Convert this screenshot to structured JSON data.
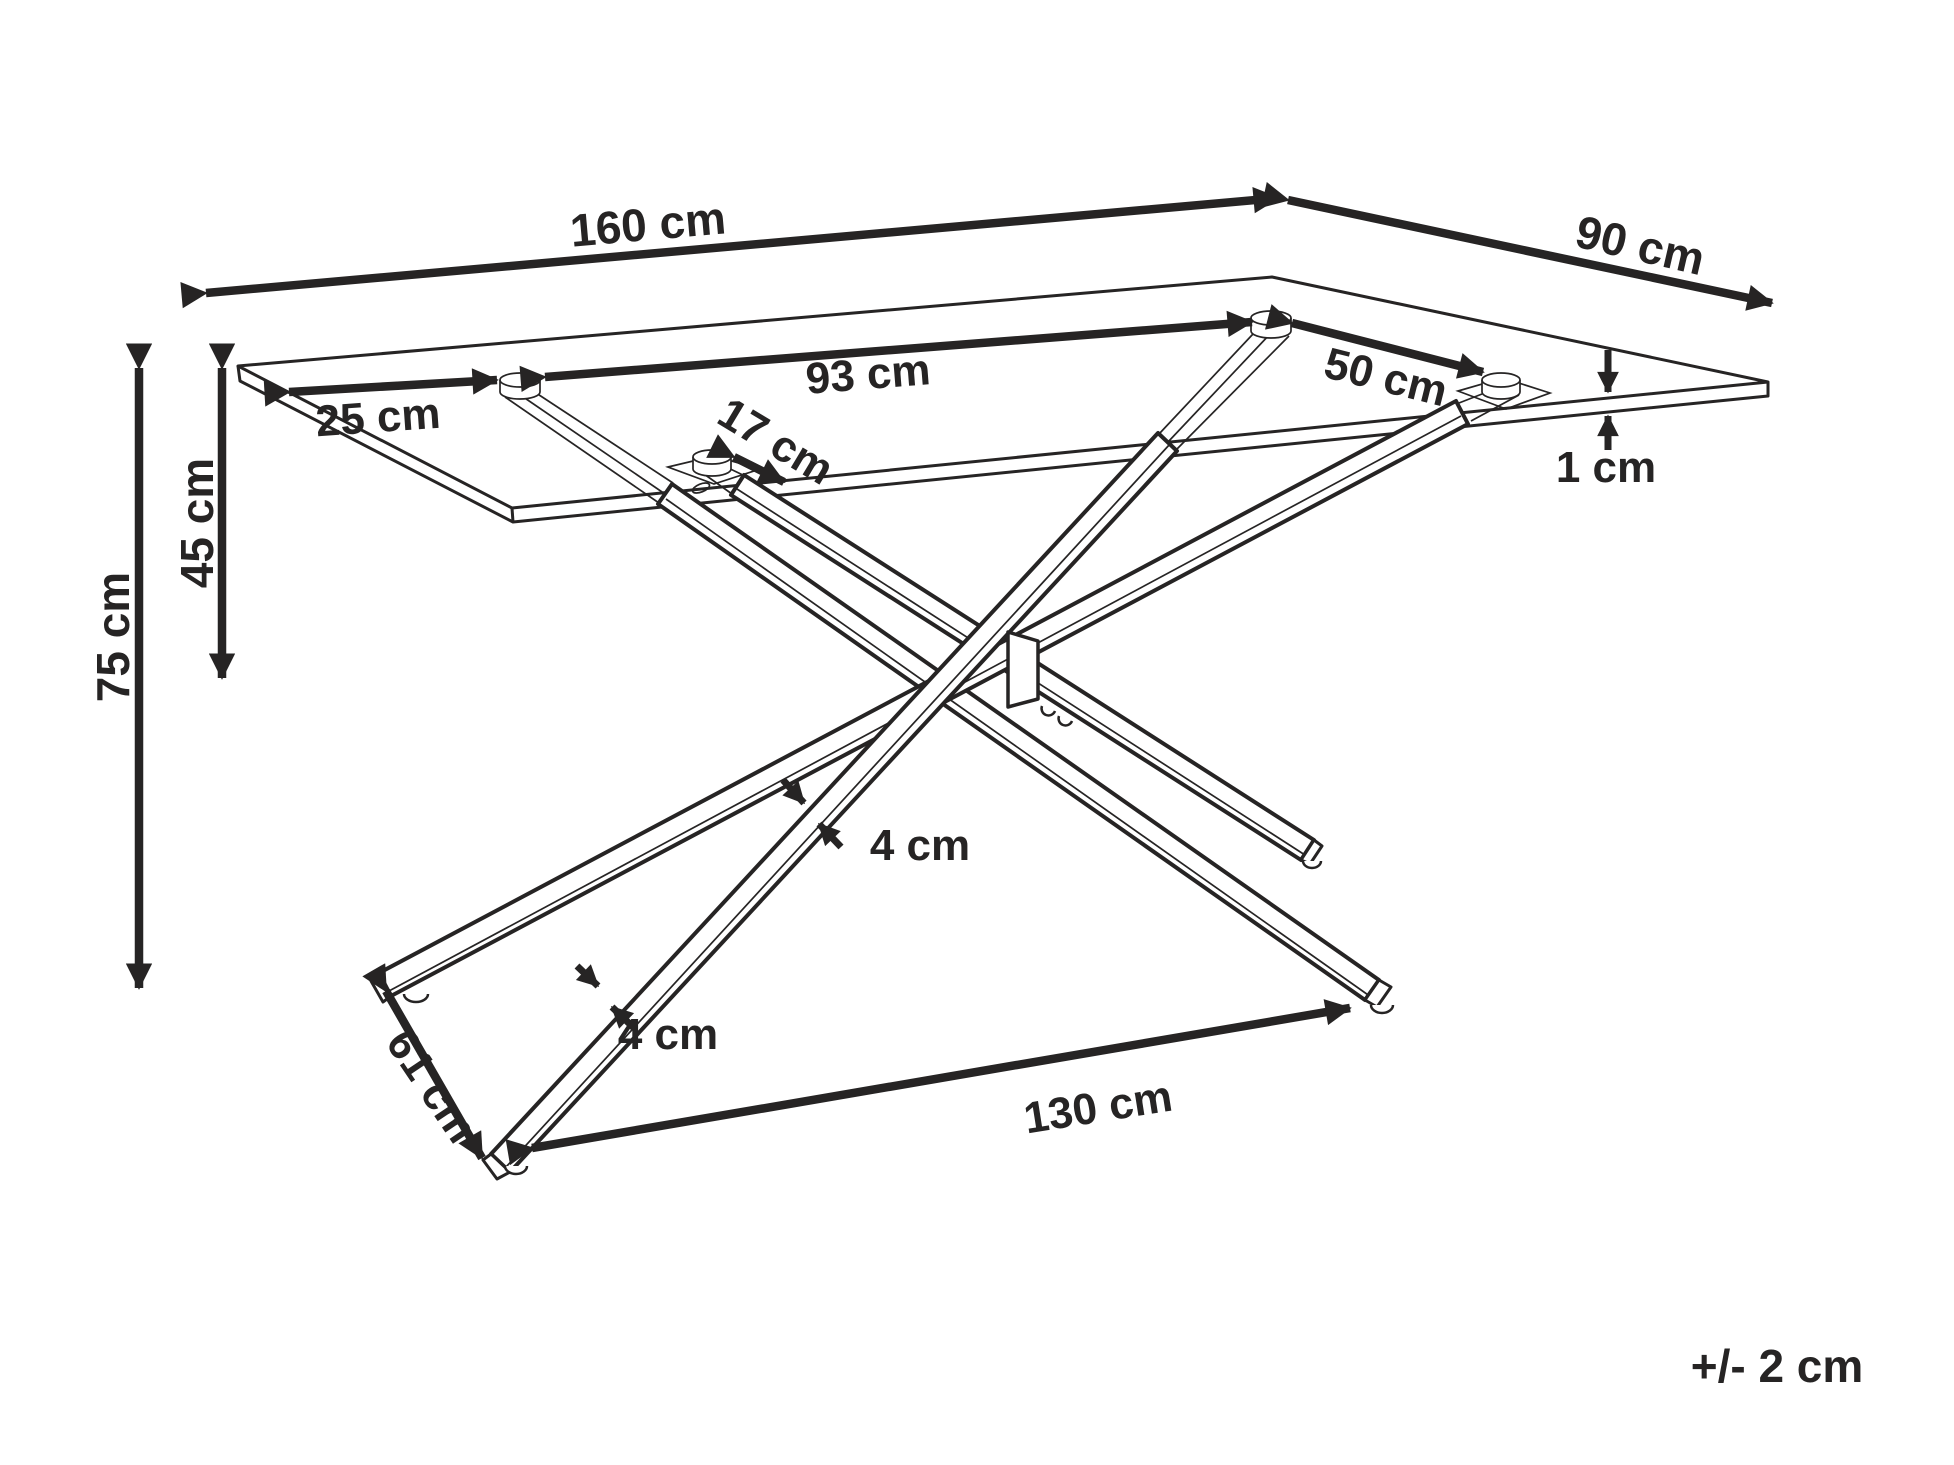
{
  "diagram": {
    "type": "furniture-dimension-drawing",
    "subject": "glass-top dining table with crossed spider legs",
    "units": "cm",
    "colors": {
      "line": "#262424",
      "background": "#ffffff"
    },
    "labels": {
      "top_length": "160 cm",
      "top_depth": "90 cm",
      "pad_span_length": "93 cm",
      "pad_span_depth": "50 cm",
      "pad_inset_side": "25 cm",
      "pad_inset_front": "17 cm",
      "glass_thickness": "1 cm",
      "clearance_height": "45 cm",
      "total_height": "75 cm",
      "leg_profile_upper": "4 cm",
      "leg_profile_lower": "4 cm",
      "base_depth": "61 cm",
      "base_length": "130 cm",
      "tolerance": "+/- 2 cm"
    }
  }
}
